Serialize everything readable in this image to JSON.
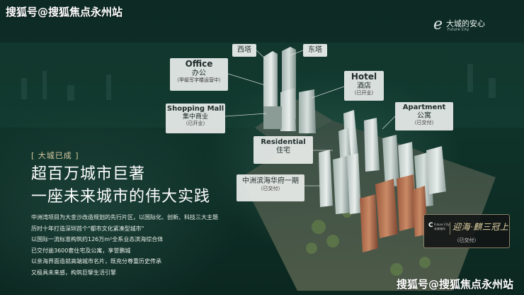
{
  "watermark_top": "搜狐号@搜狐焦点永州站",
  "watermark_bottom": "搜狐号@搜狐焦点永州站",
  "logo": {
    "mark": "e",
    "cn": "大城的安心",
    "en": "Future City"
  },
  "callouts": {
    "west_tower": "西塔",
    "east_tower": "东塔",
    "office": {
      "en": "Office",
      "cn": "办公",
      "sub": "（甲级写字楼运营中）"
    },
    "hotel": {
      "en": "Hotel",
      "cn": "酒店",
      "sub": "（已开业）"
    },
    "shopping": {
      "en": "Shopping Mall",
      "cn": "集中商业",
      "sub": "（已开业）"
    },
    "apartment": {
      "en": "Apartment",
      "cn": "公寓",
      "sub": "（已交付）"
    },
    "residential": {
      "en": "Residential",
      "cn": "住宅"
    },
    "phase1": {
      "cn": "中洲滨海华府一期",
      "sub": "（已交付）"
    }
  },
  "headline": {
    "badge": "[ 大城已成 ]",
    "line1": "超百万城市巨著",
    "line2": "一座未来城市的伟大实践"
  },
  "description": [
    "中洲湾项目为大金沙改造规划的先行片区，以国际化、创新、科技三大主题",
    "历时十年打造深圳首个\"都市文化紧凑型城市\"",
    "以国际一流标准构筑约126万m²全系业态滨海综合体",
    "已交付逾3600套住宅及公寓，享誉鹏城",
    "以亲海界面造就高端城市名片，既充分尊重历史传承",
    "又极具未来感，构筑巨擘生活引擎"
  ],
  "card": {
    "logo": "C",
    "label1": "Future City",
    "label2": "未来城市",
    "brand": "迎海·麒三冠上",
    "status": "（已交付）"
  },
  "colors": {
    "accent_gold": "#d9c8a2",
    "bg_green": "#0f3329",
    "callout_bg": "#e8ecea"
  }
}
